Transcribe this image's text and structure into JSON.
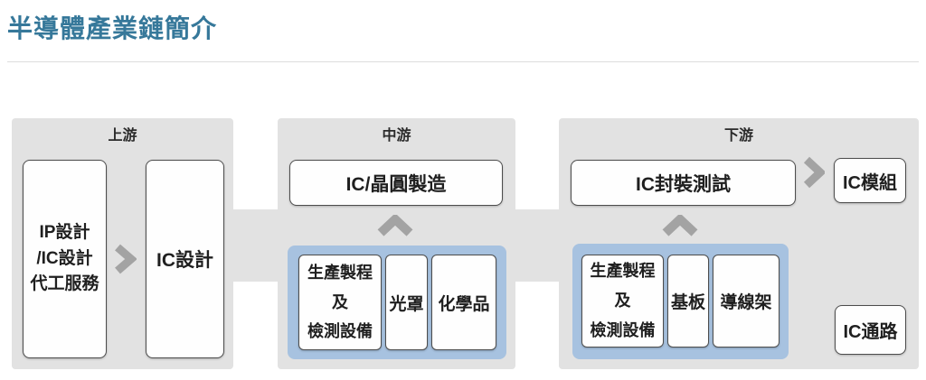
{
  "title": "半導體產業鏈簡介",
  "sections": {
    "upstream": {
      "label": "上游",
      "design_service_box": "IP設計\n/IC設計\n代工服務",
      "ic_design_box": "IC設計"
    },
    "midstream": {
      "label": "中游",
      "main_box": "IC/晶圓製造",
      "suppliers": {
        "equipment_box": "生產製程\n及\n檢測設備",
        "photomask_box": "光罩",
        "chemicals_box": "化學品"
      }
    },
    "downstream": {
      "label": "下游",
      "main_box": "IC封裝測試",
      "suppliers": {
        "equipment_box": "生產製程\n及\n檢測設備",
        "substrate_box": "基板",
        "leadframe_box": "導線架"
      },
      "ic_module_box": "IC模組",
      "ic_channel_box": "IC通路"
    }
  },
  "colors": {
    "title": "#36789a",
    "panel_bg": "#e2e2e2",
    "group_bg": "#a7c2e0",
    "box_border": "#4d4d4d",
    "arrow": "#a3a3a3",
    "text": "#1f1f1f",
    "divider": "#dddddd"
  }
}
